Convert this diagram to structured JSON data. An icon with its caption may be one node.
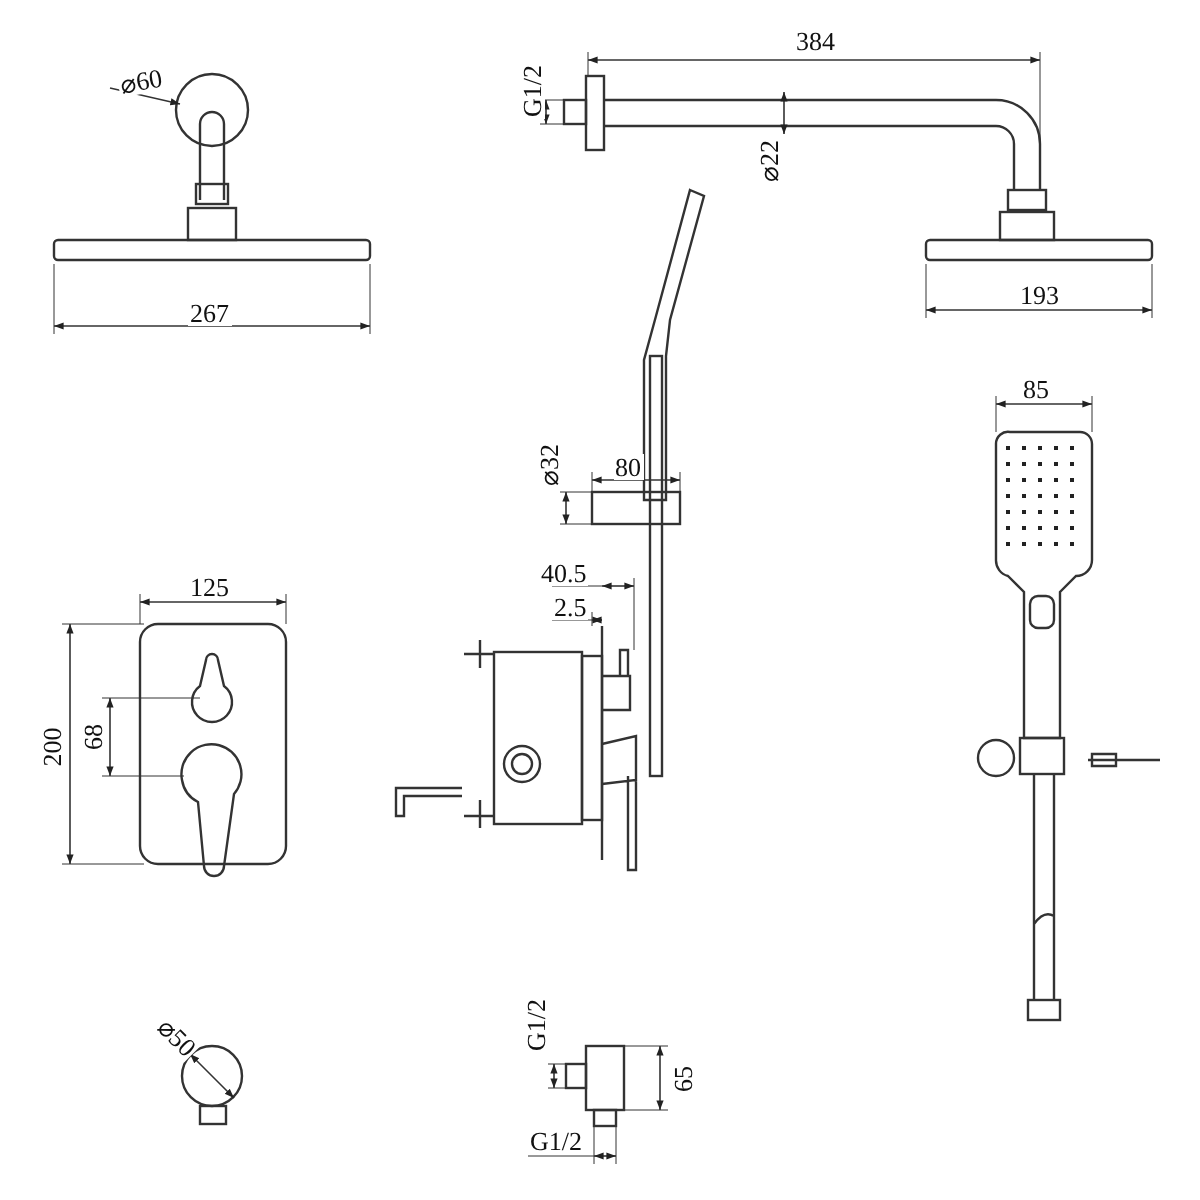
{
  "diagram": {
    "labels": [
      "384",
      "G1/2",
      "⌀60",
      "⌀22",
      "193",
      "267",
      "85",
      "⌀32",
      "80",
      "40.5",
      "2.5",
      "125",
      "200",
      "68",
      "⌀50",
      "G1/2",
      "65",
      "G1/2"
    ]
  }
}
